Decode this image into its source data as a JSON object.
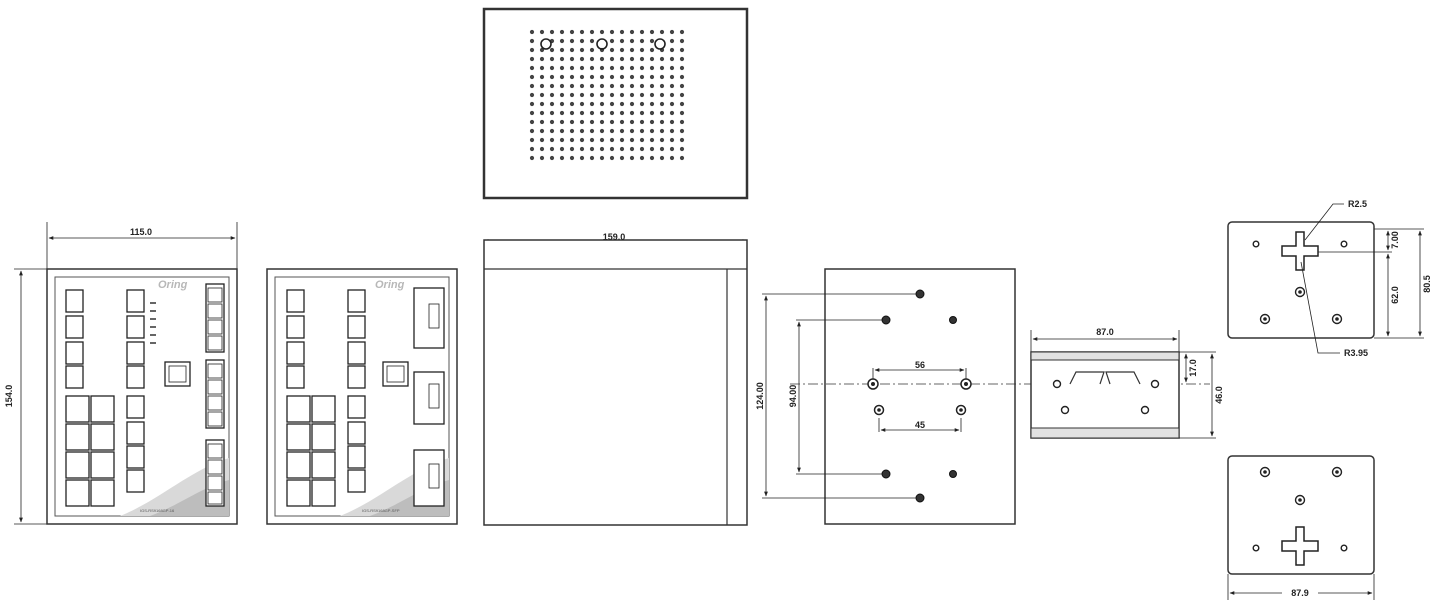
{
  "drawing": {
    "front_view": {
      "brand": "Oring",
      "model": "IGS-RS9168GP-16",
      "width_dim": "115.0",
      "height_dim": "154.0"
    },
    "front_view_fiber": {
      "brand": "Oring",
      "model": "IGS-RS9168GP-SFP"
    },
    "side_view": {
      "depth_dim": "159.0"
    },
    "back_plate": {
      "overall_dim": "124.00",
      "inner_dim": "94.00",
      "upper_pitch": "56",
      "lower_pitch": "45"
    },
    "din_rail_side": {
      "width_dim": "87.0",
      "height_dim": "46.0",
      "top_dim": "17.0"
    },
    "wall_mount_top": {
      "radius_top": "R2.5",
      "radius_bottom": "R3.95",
      "dim_a": "7.00",
      "dim_b": "62.0",
      "dim_c": "80.5"
    },
    "wall_mount_bottom": {
      "width_dim": "87.9"
    }
  }
}
